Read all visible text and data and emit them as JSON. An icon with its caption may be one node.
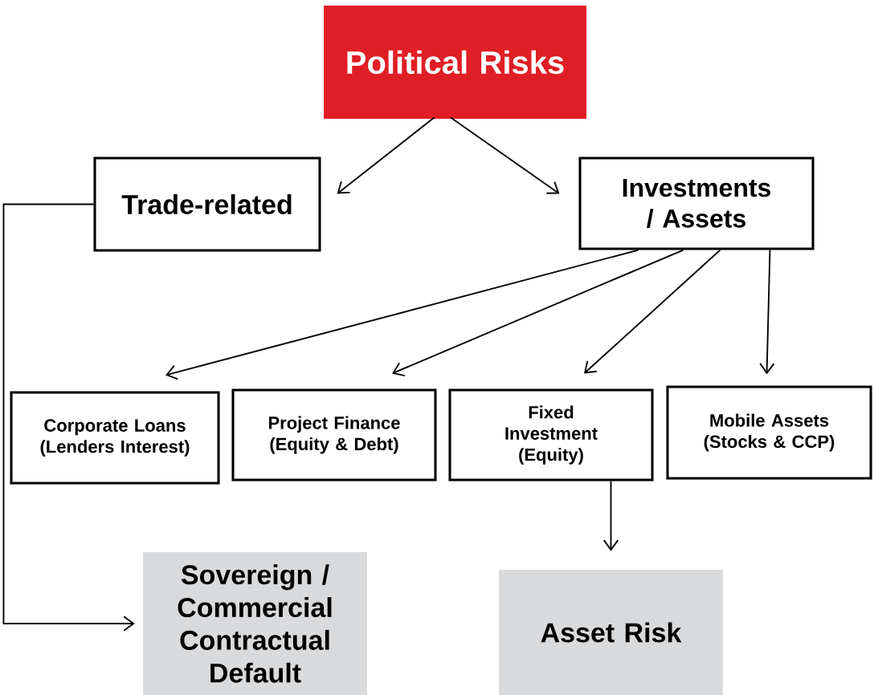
{
  "diagram": {
    "nodes": [
      {
        "text": [
          "Political Risks"
        ]
      },
      {
        "text": [
          "Trade-related"
        ]
      },
      {
        "text": [
          "Investments / Assets"
        ]
      },
      {
        "text": [
          "Corporate Loans (Lenders Interest)"
        ]
      },
      {
        "text": [
          "Project Finance (Equity & Debt)"
        ]
      },
      {
        "text": [
          "Fixed Investment (Equity)"
        ]
      },
      {
        "text": [
          "Mobile Assets (Stocks & CCP)"
        ]
      },
      {
        "text": [
          "Sovereign / Commercial Contractual Default"
        ]
      },
      {
        "text": [
          "Asset Risk"
        ]
      }
    ],
    "edges": [
      {
        "from": 0,
        "to": 1,
        "arrow": "to"
      },
      {
        "from": 0,
        "to": 2,
        "arrow": "to"
      },
      {
        "from": 1,
        "to": 7,
        "arrow": "to"
      },
      {
        "from": 2,
        "to": 3,
        "arrow": "to"
      },
      {
        "from": 2,
        "to": 4,
        "arrow": "to"
      },
      {
        "from": 2,
        "to": 5,
        "arrow": "to"
      },
      {
        "from": 2,
        "to": 6,
        "arrow": "to"
      },
      {
        "from": 5,
        "to": 8,
        "arrow": "to"
      }
    ]
  }
}
